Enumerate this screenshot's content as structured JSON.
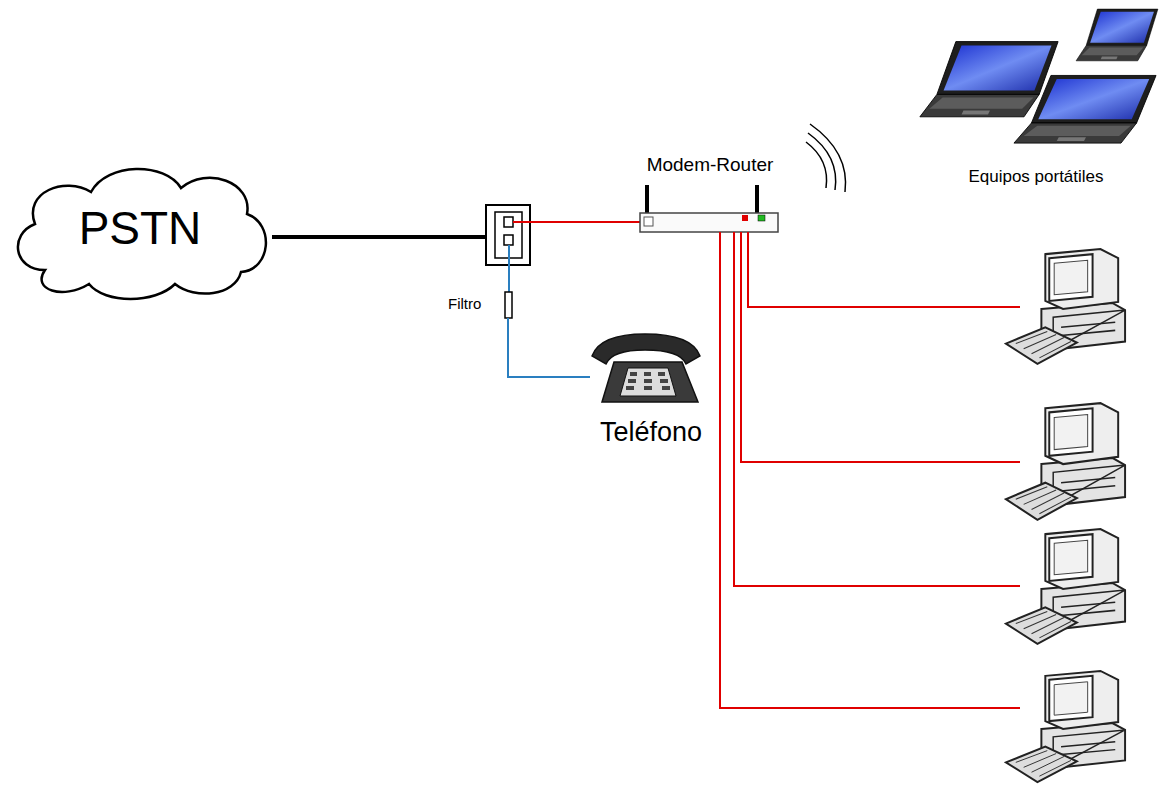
{
  "diagram": {
    "nodes": [
      {
        "text": [
          "PSTN"
        ]
      },
      {
        "text": [
          "Modem-Router"
        ]
      },
      {
        "text": [
          "Equipos portátiles"
        ]
      },
      {
        "text": [
          "Filtro"
        ]
      },
      {
        "text": [
          "Teléfono"
        ]
      }
    ],
    "edges": [
      {
        "from": 3,
        "to": 4,
        "arrow": "none"
      }
    ]
  }
}
